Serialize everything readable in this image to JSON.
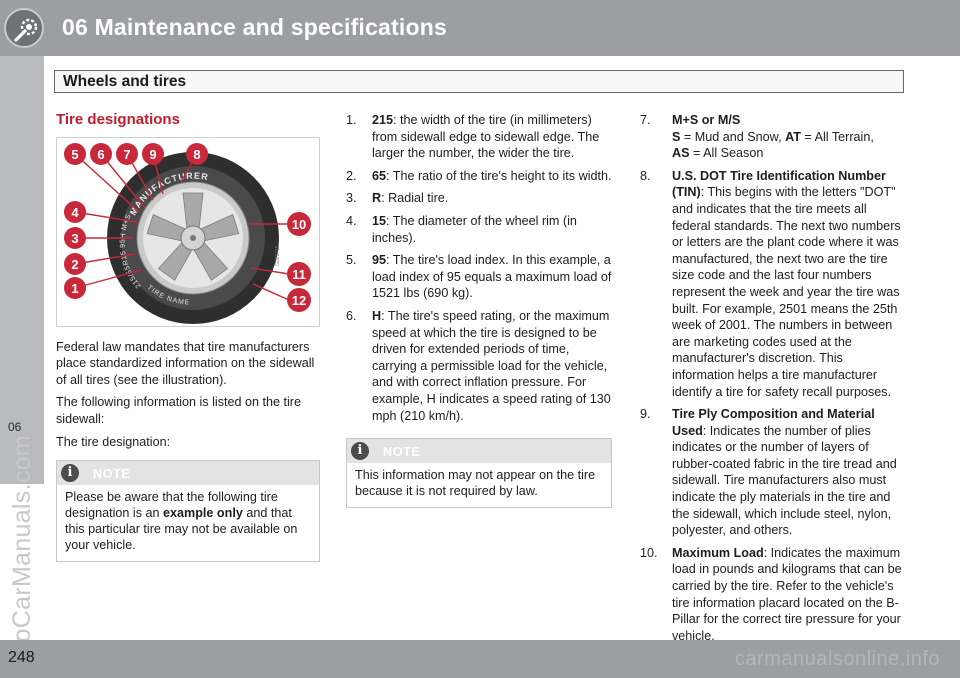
{
  "header": {
    "title": "06 Maintenance and specifications",
    "icon": "wrench-gear-icon"
  },
  "section": {
    "title": "Wheels and tires"
  },
  "side_tab": {
    "label": "06"
  },
  "watermark": {
    "text": "ProCarManuals.com"
  },
  "footer": {
    "page_number": "248",
    "watermark": "carmanualsonline.info"
  },
  "col1": {
    "heading": "Tire designations",
    "figure": {
      "callouts": [
        "5",
        "6",
        "7",
        "9",
        "8",
        "4",
        "3",
        "2",
        "1",
        "10",
        "11",
        "12"
      ],
      "code": "G021715",
      "sidewall_texts": [
        "MANUFACTURER",
        "215/65R15 95H M+S",
        "TIRE NAME"
      ]
    },
    "p1": "Federal law mandates that tire manufacturers place standardized information on the sidewall of all tires (see the illustration).",
    "p2": "The following information is listed on the tire sidewall:",
    "p3": "The tire designation:",
    "note": {
      "label": "NOTE",
      "text_before": "Please be aware that the following tire designation is an ",
      "text_bold": "example only",
      "text_after": " and that this particular tire may not be available on your vehicle."
    }
  },
  "col2": {
    "items": [
      {
        "num": "1.",
        "bold": "215",
        "text": ": the width of the tire (in millimeters) from sidewall edge to sidewall edge. The larger the number, the wider the tire."
      },
      {
        "num": "2.",
        "bold": "65",
        "text": ": The ratio of the tire's height to its width."
      },
      {
        "num": "3.",
        "bold": "R",
        "text": ": Radial tire."
      },
      {
        "num": "4.",
        "bold": "15",
        "text": ": The diameter of the wheel rim (in inches)."
      },
      {
        "num": "5.",
        "bold": "95",
        "text": ": The tire's load index. In this example, a load index of 95 equals a maximum load of 1521 lbs (690 kg)."
      },
      {
        "num": "6.",
        "bold": "H",
        "text": ": The tire's speed rating, or the maximum speed at which the tire is designed to be driven for extended periods of time, carrying a permissible load for the vehicle, and with correct inflation pressure. For example, H indicates a speed rating of 130 mph (210 km/h)."
      }
    ],
    "note": {
      "label": "NOTE",
      "text": "This information may not appear on the tire because it is not required by law."
    }
  },
  "col3": {
    "item7": {
      "num": "7.",
      "bold_title": "M+S or M/S",
      "ms": "S",
      "ms_text": " = Mud and Snow, ",
      "at": "AT",
      "at_text": " = All Terrain, ",
      "as": "AS",
      "as_text": " = All Season"
    },
    "item8": {
      "num": "8.",
      "bold": "U.S. DOT Tire Identification Number (TIN)",
      "text": ": This begins with the letters \"DOT\" and indicates that the tire meets all federal standards. The next two numbers or letters are the plant code where it was manufactured, the next two are the tire size code and the last four numbers represent the week and year the tire was built. For example, 2501 means the 25th week of 2001. The numbers in between are marketing codes used at the manufacturer's discretion. This information helps a tire manufacturer identify a tire for safety recall purposes."
    },
    "item9": {
      "num": "9.",
      "bold": "Tire Ply Composition and Material Used",
      "text": ": Indicates the number of plies indicates or the number of layers of rubber-coated fabric in the tire tread and sidewall. Tire manufacturers also must indicate the ply materials in the tire and the sidewall, which include steel, nylon, polyester, and others."
    },
    "item10": {
      "num": "10.",
      "bold": "Maximum Load",
      "text": ": Indicates the maximum load in pounds and kilograms that can be carried by the tire. Refer to the vehicle's tire information placard located on the B-Pillar for the correct tire pressure for your vehicle."
    }
  },
  "colors": {
    "header_bg": "#9c9ea1",
    "heading_red": "#c01e2e",
    "callout_red": "#c8283a"
  }
}
